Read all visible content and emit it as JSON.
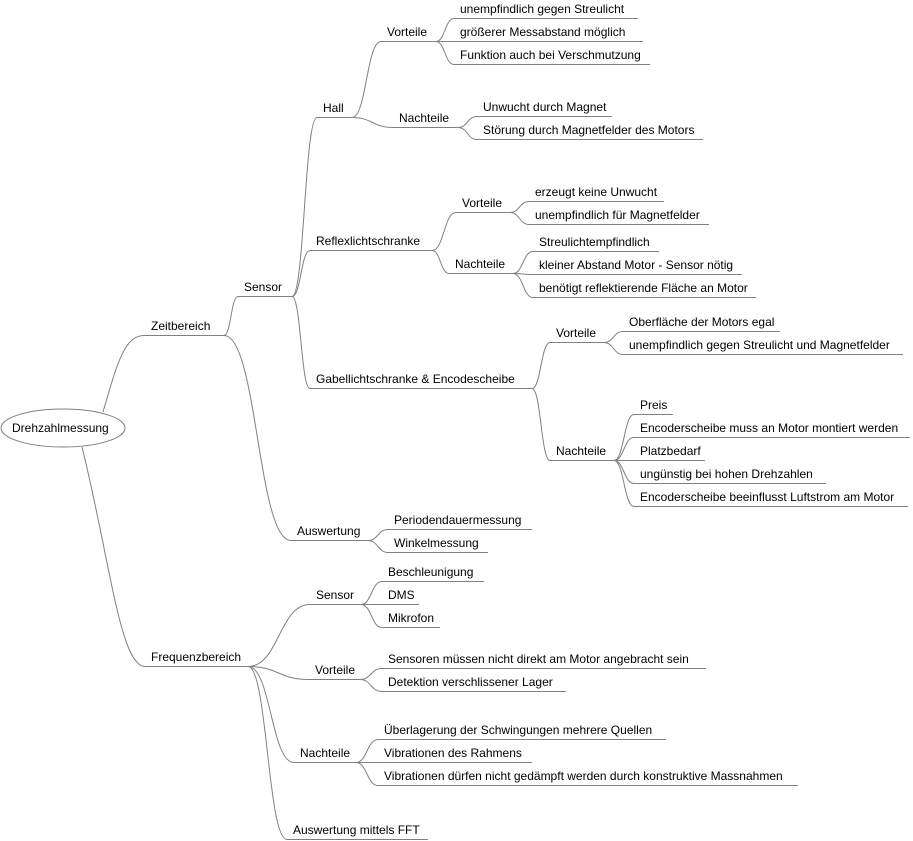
{
  "root": "Drehzahlmessung",
  "colors": {
    "line": "#808080",
    "text": "#000000",
    "background": "#ffffff"
  },
  "nodes": {
    "zeitbereich": "Zeitbereich",
    "sensor_z": "Sensor",
    "hall": "Hall",
    "hall_vorteile": "Vorteile",
    "hall_v1": "unempfindlich gegen Streulicht",
    "hall_v2": "größerer Messabstand möglich",
    "hall_v3": "Funktion auch bei Verschmutzung",
    "hall_nachteile": "Nachteile",
    "hall_n1": "Unwucht durch Magnet",
    "hall_n2": "Störung durch Magnetfelder des Motors",
    "refl": "Reflexlichtschranke",
    "refl_vorteile": "Vorteile",
    "refl_v1": "erzeugt keine Unwucht",
    "refl_v2": "unempfindlich für Magnetfelder",
    "refl_nachteile": "Nachteile",
    "refl_n1": "Streulichtempfindlich",
    "refl_n2": "kleiner Abstand Motor - Sensor nötig",
    "refl_n3": "benötigt reflektierende Fläche an Motor",
    "gabel": "Gabellichtschranke & Encodescheibe",
    "gabel_vorteile": "Vorteile",
    "gabel_v1": "Oberfläche der Motors egal",
    "gabel_v2": "unempfindlich gegen Streulicht und Magnetfelder",
    "gabel_nachteile": "Nachteile",
    "gabel_n1": "Preis",
    "gabel_n2": "Encoderscheibe muss an Motor montiert werden",
    "gabel_n3": "Platzbedarf",
    "gabel_n4": "ungünstig bei hohen Drehzahlen",
    "gabel_n5": "Encoderscheibe beeinflusst Luftstrom am Motor",
    "auswertung": "Auswertung",
    "ausw_1": "Periodendauermessung",
    "ausw_2": "Winkelmessung",
    "frequenzbereich": "Frequenzbereich",
    "sensor_f": "Sensor",
    "sf_1": "Beschleunigung",
    "sf_2": "DMS",
    "sf_3": "Mikrofon",
    "f_vorteile": "Vorteile",
    "fv_1": "Sensoren müssen nicht direkt am Motor angebracht sein",
    "fv_2": "Detektion verschlissener Lager",
    "f_nachteile": "Nachteile",
    "fn_1": "Überlagerung der Schwingungen mehrere Quellen",
    "fn_2": "Vibrationen des Rahmens",
    "fn_3": "Vibrationen dürfen nicht gedämpft werden durch konstruktive Massnahmen",
    "fft": "Auswertung mittels FFT"
  }
}
